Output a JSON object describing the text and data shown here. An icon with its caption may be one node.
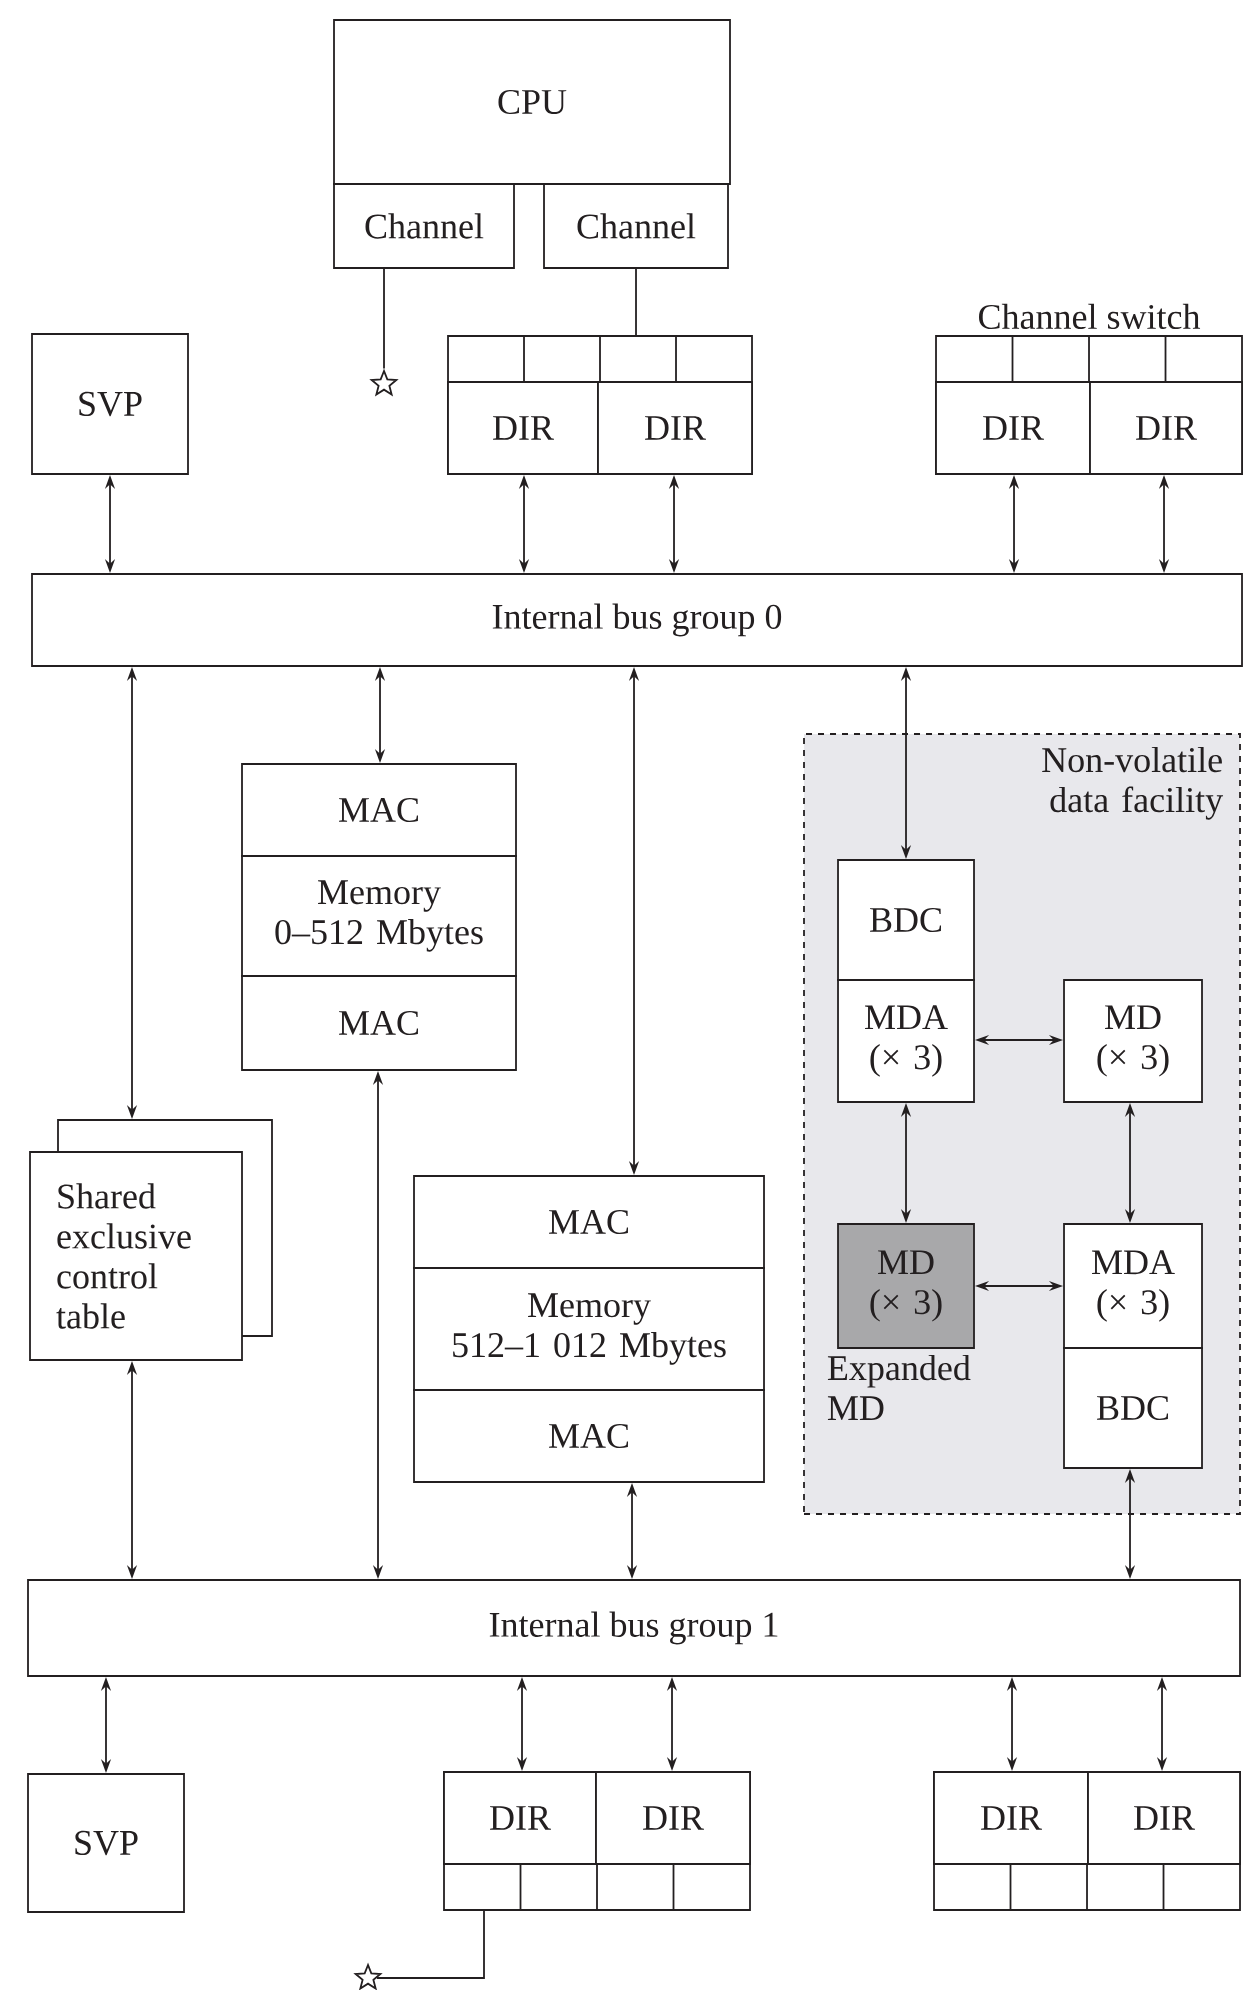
{
  "diagram": {
    "nodes": [
      {
        "text": [
          "CPU"
        ]
      },
      {
        "text": [
          "Channel"
        ]
      },
      {
        "text": [
          "Channel"
        ]
      },
      {
        "text": [],
        "shape": "star"
      },
      {
        "text": [
          "SVP"
        ]
      },
      {
        "text": [],
        "shape": "box"
      },
      {
        "text": [
          "DIR"
        ],
        "in": 5
      },
      {
        "text": [
          "DIR"
        ],
        "in": 5
      },
      {
        "text": [
          "Channel switch"
        ]
      },
      {
        "text": [
          "DIR"
        ],
        "in": 8
      },
      {
        "text": [
          "DIR"
        ],
        "in": 8
      },
      {
        "text": [
          "Internal bus group 0"
        ]
      },
      {
        "text": [
          "MAC"
        ]
      },
      {
        "text": [
          "Memory 0–512 Mbytes"
        ]
      },
      {
        "text": [
          "MAC"
        ]
      },
      {
        "text": [
          "Non-volatile data facility"
        ]
      },
      {
        "text": [
          "BDC"
        ],
        "in": 15
      },
      {
        "text": [
          "MDA (× 3)"
        ],
        "in": 15
      },
      {
        "text": [
          "MD (× 3)"
        ],
        "in": 15
      },
      {
        "text": [
          "Shared exclusive control table"
        ]
      },
      {
        "text": [
          "MAC"
        ]
      },
      {
        "text": [
          "Memory 512–1 012 Mbytes"
        ]
      },
      {
        "text": [
          "MAC"
        ]
      },
      {
        "text": [
          "MD (× 3)"
        ],
        "in": 15,
        "beside": [
          "Expanded MD"
        ]
      },
      {
        "text": [
          "MDA (× 3)"
        ],
        "in": 15
      },
      {
        "text": [
          "BDC"
        ],
        "in": 15
      },
      {
        "text": [
          "Internal bus group 1"
        ]
      },
      {
        "text": [
          "SVP"
        ]
      },
      {
        "text": [],
        "shape": "box"
      },
      {
        "text": [
          "DIR"
        ],
        "in": 28
      },
      {
        "text": [
          "DIR"
        ],
        "in": 28
      },
      {
        "text": [],
        "shape": "box"
      },
      {
        "text": [
          "DIR"
        ],
        "in": 31
      },
      {
        "text": [
          "DIR"
        ],
        "in": 31
      },
      {
        "text": [],
        "shape": "star"
      }
    ],
    "edges": [
      {
        "from": 1,
        "to": 3,
        "arrow": "none"
      },
      {
        "from": 2,
        "to": 5,
        "arrow": "none"
      },
      {
        "from": 4,
        "to": 11,
        "arrow": "both"
      },
      {
        "from": 6,
        "to": 11,
        "arrow": "both"
      },
      {
        "from": 7,
        "to": 11,
        "arrow": "both"
      },
      {
        "from": 9,
        "to": 11,
        "arrow": "both"
      },
      {
        "from": 10,
        "to": 11,
        "arrow": "both"
      },
      {
        "from": 11,
        "to": 12,
        "arrow": "both"
      },
      {
        "from": 11,
        "to": 19,
        "arrow": "both"
      },
      {
        "from": 11,
        "to": 20,
        "arrow": "both"
      },
      {
        "from": 11,
        "to": 16,
        "arrow": "both"
      },
      {
        "from": 17,
        "to": 18,
        "arrow": "both"
      },
      {
        "from": 17,
        "to": 23,
        "arrow": "both"
      },
      {
        "from": 18,
        "to": 24,
        "arrow": "both"
      },
      {
        "from": 23,
        "to": 24,
        "arrow": "both"
      },
      {
        "from": 19,
        "to": 26,
        "arrow": "both"
      },
      {
        "from": 14,
        "to": 26,
        "arrow": "both"
      },
      {
        "from": 22,
        "to": 26,
        "arrow": "both"
      },
      {
        "from": 25,
        "to": 26,
        "arrow": "both"
      },
      {
        "from": 26,
        "to": 27,
        "arrow": "both"
      },
      {
        "from": 26,
        "to": 29,
        "arrow": "both"
      },
      {
        "from": 26,
        "to": 30,
        "arrow": "both"
      },
      {
        "from": 26,
        "to": 32,
        "arrow": "both"
      },
      {
        "from": 26,
        "to": 33,
        "arrow": "both"
      },
      {
        "from": 28,
        "to": 34,
        "arrow": "none"
      }
    ]
  }
}
